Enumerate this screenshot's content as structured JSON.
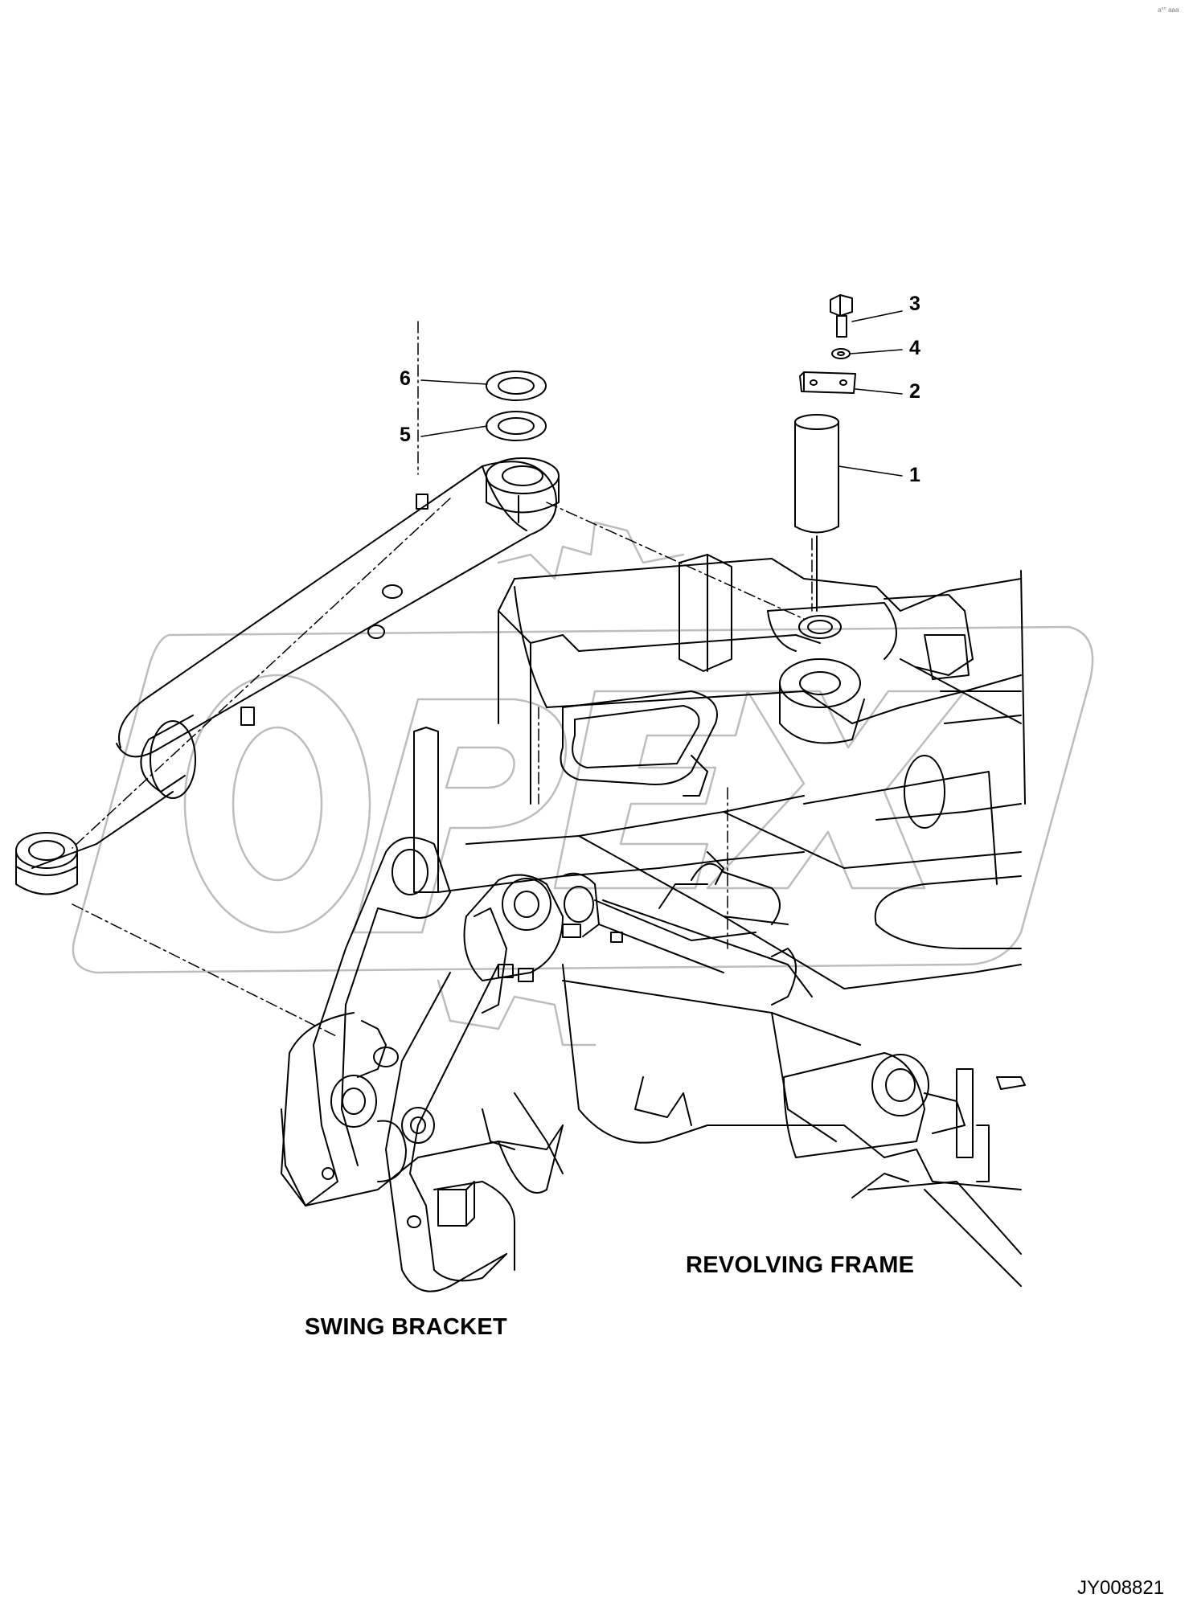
{
  "callouts": {
    "c1": "1",
    "c2": "2",
    "c3": "3",
    "c4": "4",
    "c5": "5",
    "c6": "6"
  },
  "labels": {
    "revolving_frame": "REVOLVING FRAME",
    "swing_bracket": "SWING BRACKET"
  },
  "reference_code": "JY008821",
  "watermark": "OPEX",
  "corner_mark": "a°° aaa",
  "colors": {
    "line": "#000000",
    "watermark_line": "#bdbdbd",
    "background": "#ffffff"
  }
}
